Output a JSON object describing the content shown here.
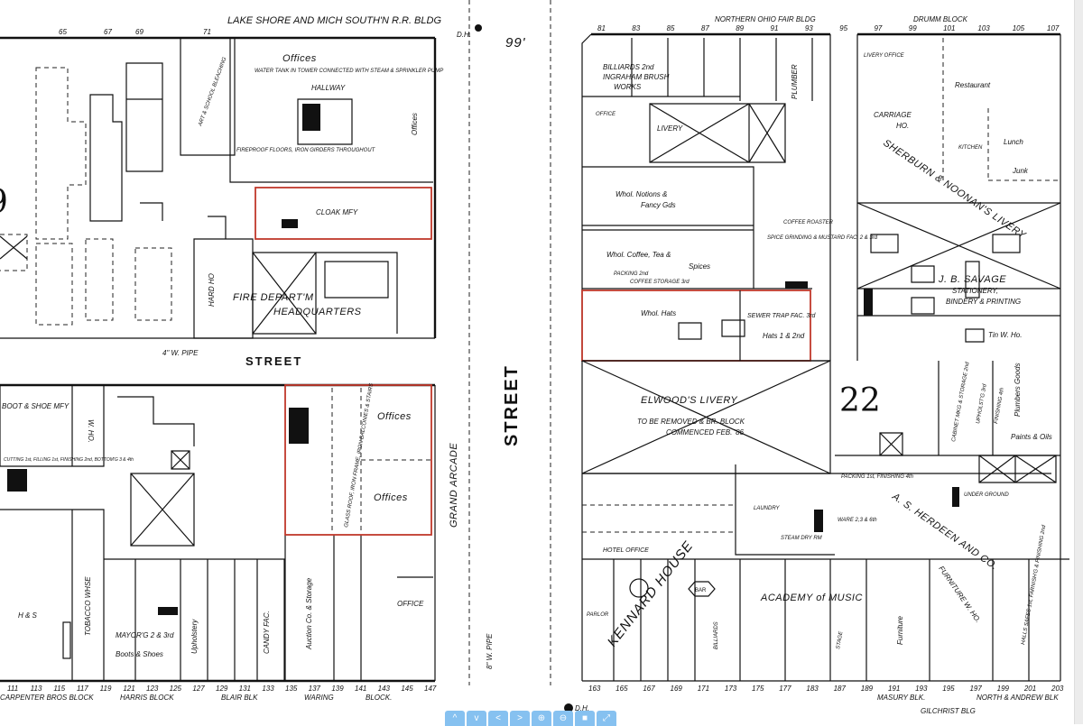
{
  "map": {
    "top_labels": {
      "lake_shore": "LAKE SHORE AND MICH SOUTH'N R.R. BLDG",
      "northern_ohio": "NORTHERN OHIO FAIR BLDG",
      "drumm": "DRUMM BLOCK"
    },
    "streets": {
      "horizontal": "STREET",
      "vertical": "STREET",
      "width": "99'",
      "dh_top": "D.H.",
      "dh_bottom": "D.H.",
      "pipe_h": "4\" W. PIPE",
      "pipe_v": "8\" W. PIPE",
      "grand_arcade": "GRAND ARCADE"
    },
    "block_numbers": {
      "left": "9",
      "right": "22"
    },
    "buildings": {
      "offices_top": "Offices",
      "water_tank": "WATER TANK IN TOWER CONNECTED WITH STEAM & SPRINKLER PUMP",
      "hallway": "HALLWAY",
      "offices_side": "Offices",
      "fire_proof": "FIREPROOF FLOORS, IRON GIRDERS THROUGHOUT",
      "art_school": "ART & SCHOOL BLEACHING",
      "cloak_mfy": "CLOAK MFY",
      "fire_dept": "FIRE DEPART'M",
      "headquarters": "HEADQUARTERS",
      "hard_ho": "HARD HO",
      "boot_shoe": "BOOT & SHOE MFY",
      "boot_detail": "CUTTING 1st, FILLING 1st, FINISHING 2nd, BOTTOM'G 3 & 4th",
      "wh_o": "W. HO.",
      "grand_offices_1": "Offices",
      "grand_offices_2": "Offices",
      "glass_roof": "GLASS ROOF, IRON FRAME, IRON BALCONIES & STAIRS",
      "hs": "H & S",
      "tobacco": "TOBACCO WHSE",
      "mayors": "MAYOR'G 2 & 3rd",
      "boots_shoes": "Boots & Shoes",
      "upholstery": "Upholstery",
      "candy_fac": "CANDY FAC.",
      "auction": "Auction Co. & Storage",
      "office": "OFFICE",
      "billiards_top": "BILLIARDS 2nd",
      "ingraham": "INGRAHAM BRUSH",
      "works": "WORKS",
      "plumber": "PLUMBER",
      "livery_office": "LIVERY OFFICE",
      "restaurant": "Restaurant",
      "carriage": "CARRIAGE",
      "carriage_ho": "HO.",
      "livery": "LIVERY",
      "office_left": "OFFICE",
      "kitchen": "KITCHEN",
      "lunch": "Lunch",
      "junk": "Junk",
      "notions": "Whol. Notions &",
      "fancy": "Fancy Gds",
      "sherburn": "SHERBURN & NOONAN'S LIVERY",
      "coffee_roaster": "COFFEE ROASTER",
      "spice": "SPICE GRINDING & MUSTARD FAC. 2 & 3rd",
      "whol_coffee": "Whol.   Coffee, Tea &",
      "spices": "Spices",
      "packing": "PACKING 2nd",
      "coffee_storage": "COFFEE STORAGE 3rd",
      "savage": "J. B. SAVAGE",
      "stationery": "STATIONERY,",
      "bindery": "BINDERY & PRINTING",
      "whol_hats": "Whol. Hats",
      "sewer_trap": "SEWER TRAP FAC. 3rd",
      "hats": "Hats 1 & 2nd",
      "tin_wh": "Tin W. Ho.",
      "elwood": "ELWOOD'S LIVERY",
      "removed": "TO BE REMOVED & BR. BLOCK",
      "commenced": "COMMENCED FEB. '86",
      "cabinet": "CABINET MKG & STORAGE 2nd",
      "upholst": "UPHOLST'G 3rd",
      "finishing": "FINISHING 4th",
      "plumbers": "Plumbers Goods",
      "paints": "Paints & Oils",
      "packing_fin": "PACKING 1st, FINISHING 4th",
      "ware": "WARE 2,3 & 6th",
      "as_herdeen": "A. S. HERDEEN AND CO.",
      "furniture_who": "FURNITURE W. HO.",
      "laundry": "LAUNDRY",
      "steam_dry": "STEAM DRY RM",
      "hotel_office": "HOTEL OFFICE",
      "kennard": "KENNARD HOUSE",
      "bar": "BAR",
      "parlor": "PARLOR",
      "billiards": "BILLIARDS",
      "academy": "ACADEMY of MUSIC",
      "stage": "STAGE",
      "furniture": "Furniture",
      "halls_safes": "HALLS SAFES 1st, FARNISH'G & FINISHING 2nd",
      "under_ground": "UNDER GROUND"
    },
    "bottom_labels": {
      "carpenter": "CARPENTER BROS BLOCK",
      "harris": "HARRIS BLOCK",
      "blair": "BLAIR BLK",
      "waring": "WARING",
      "waring_block": "BLOCK.",
      "masury": "MASURY BLK.",
      "gilchrist": "GILCHRIST BLG",
      "north_anjrew": "NORTH & ANDREW BLK"
    },
    "street_numbers_top_left": [
      "65",
      "67",
      "69",
      "71"
    ],
    "street_numbers_top_right": [
      "81",
      "83",
      "85",
      "87",
      "89",
      "91",
      "93",
      "95",
      "97",
      "99",
      "101",
      "103",
      "105",
      "107"
    ],
    "street_numbers_bottom_left": [
      "111",
      "113",
      "115",
      "117",
      "119",
      "121",
      "123",
      "125",
      "127",
      "129",
      "131",
      "133",
      "135",
      "137",
      "139",
      "141",
      "143",
      "145",
      "147"
    ],
    "street_numbers_bottom_right": [
      "163",
      "165",
      "167",
      "169",
      "171",
      "173",
      "175",
      "177",
      "183",
      "187",
      "189",
      "191",
      "193",
      "195",
      "197",
      "199",
      "201",
      "203"
    ]
  },
  "toolbar": [
    {
      "icon": "pan-up-icon",
      "glyph": "^"
    },
    {
      "icon": "pan-down-icon",
      "glyph": "v"
    },
    {
      "icon": "pan-left-icon",
      "glyph": "<"
    },
    {
      "icon": "pan-right-icon",
      "glyph": ">"
    },
    {
      "icon": "zoom-in-icon",
      "glyph": "⊕"
    },
    {
      "icon": "zoom-out-icon",
      "glyph": "⊖"
    },
    {
      "icon": "home-icon",
      "glyph": "■"
    },
    {
      "icon": "fullscreen-icon",
      "glyph": "⤢"
    }
  ],
  "colors": {
    "highlight": "#c0392b",
    "toolbar": "#86c1f0"
  }
}
